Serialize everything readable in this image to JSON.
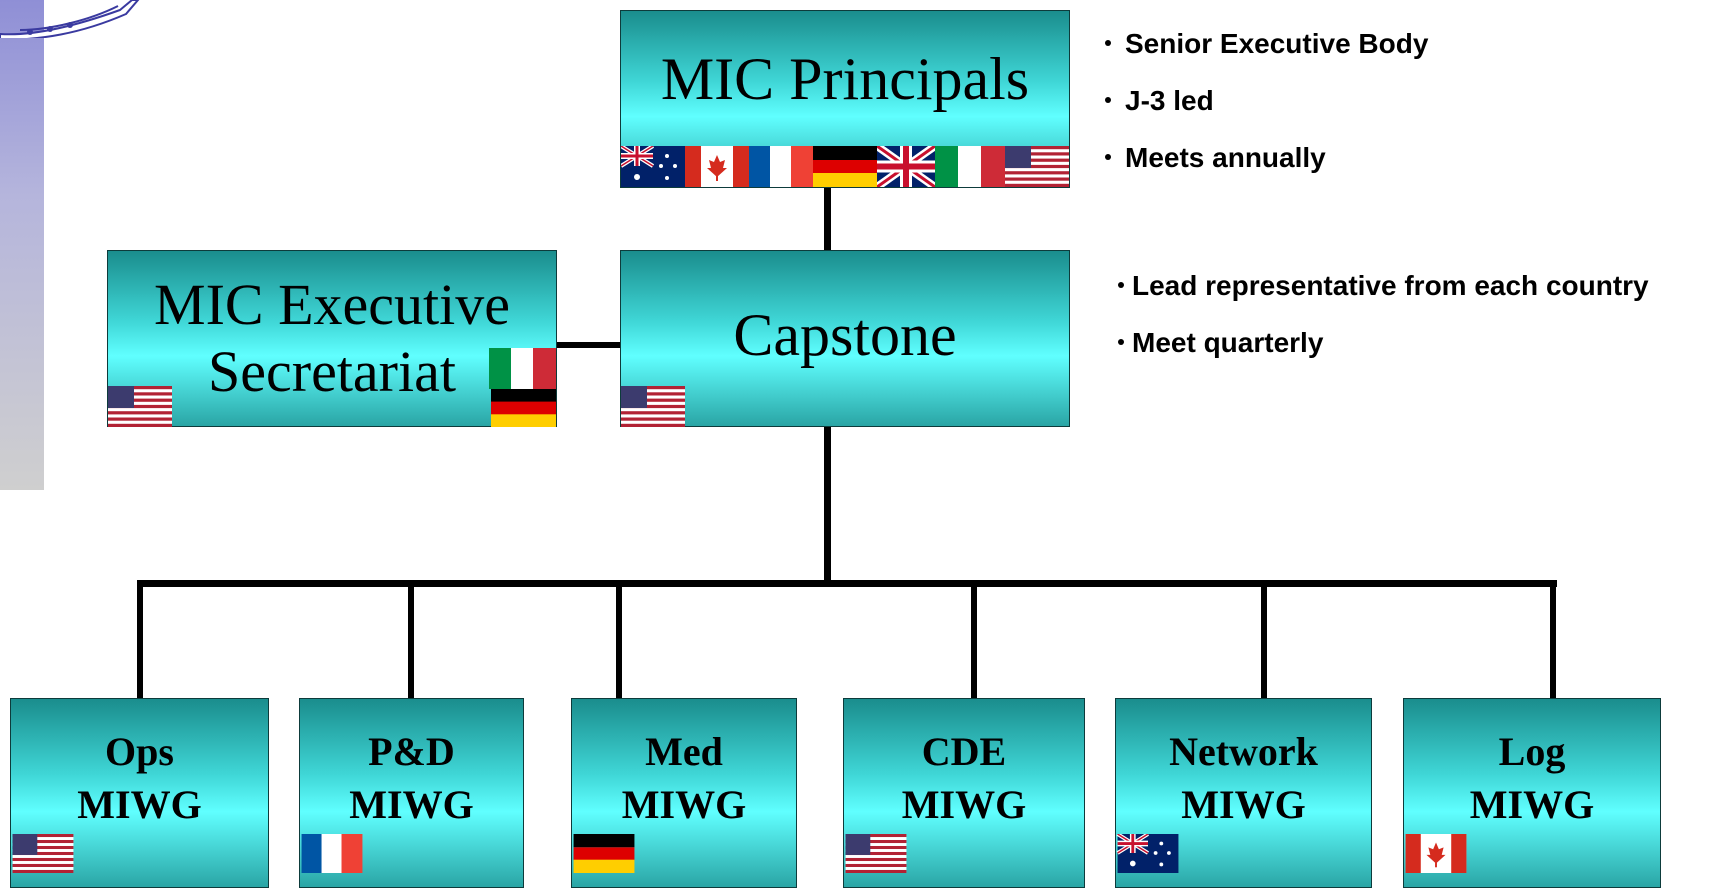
{
  "principals": {
    "title": "MIC Principals",
    "notes": [
      "Senior Executive Body",
      "J-3 led",
      "Meets annually"
    ]
  },
  "secretariat": {
    "line1": "MIC Executive",
    "line2": "Secretariat"
  },
  "capstone": {
    "title": "Capstone",
    "notes": [
      "Lead representative from each country",
      "Meet quarterly"
    ]
  },
  "working_groups": [
    {
      "line1": "Ops",
      "line2": "MIWG",
      "flag": "us-flag"
    },
    {
      "line1": "P&D",
      "line2": "MIWG",
      "flag": "france-flag"
    },
    {
      "line1": "Med",
      "line2": "MIWG",
      "flag": "germany-flag"
    },
    {
      "line1": "CDE",
      "line2": "MIWG",
      "flag": "us-flag"
    },
    {
      "line1": "Network",
      "line2": "MIWG",
      "flag": "australia-flag"
    },
    {
      "line1": "Log",
      "line2": "MIWG",
      "flag": "canada-flag"
    }
  ],
  "colors": {
    "box_light": "#60ffff",
    "box_dark": "#1a8d8d",
    "sidebar": "#8f8fd6"
  }
}
